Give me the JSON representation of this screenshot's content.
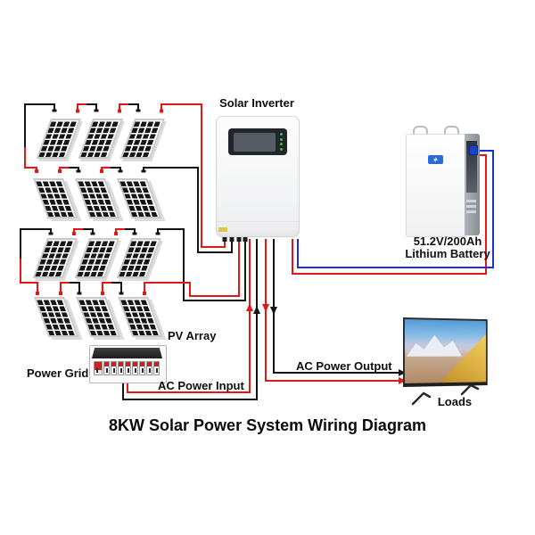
{
  "title": "8KW Solar Power System Wiring Diagram",
  "labels": {
    "solar_inverter": "Solar Inverter",
    "pv_array": "PV Array",
    "power_grid": "Power Grid",
    "ac_power_input": "AC Power Input",
    "ac_power_output": "AC Power Output",
    "loads": "Loads"
  },
  "battery": {
    "spec": "51.2V/200Ah",
    "name": "Lithium Battery"
  },
  "pv": {
    "rows": 4,
    "panels_per_row": 3
  },
  "colors": {
    "wire-red": "#e51616",
    "wire-black": "#141414",
    "wire-blue": "#1d2fd6",
    "led-green": "#3fbf4f",
    "breaker-red": "#c92222",
    "battery-logo-blue": "#2a6bd4",
    "battery-terminal-blue": "#1b43c8"
  }
}
